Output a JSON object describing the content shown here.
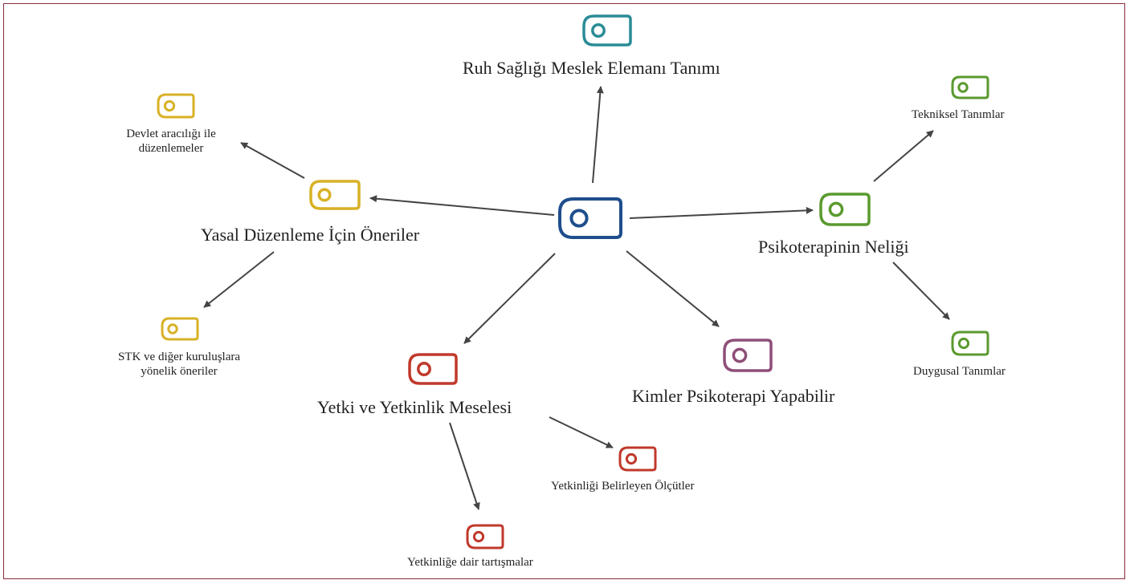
{
  "colors": {
    "center": "#1f4e8c",
    "teal": "#2a8c96",
    "yellow": "#d8b126",
    "green": "#5a9a2e",
    "red": "#c0392b",
    "purple": "#8e4e78",
    "arrow": "#444444",
    "frame": "#8a2a3a"
  },
  "icon": "tag-icon",
  "nodes": {
    "center": {
      "label": ""
    },
    "ruh": {
      "label": "Ruh Sağlığı Meslek Elemanı Tanımı"
    },
    "yasal": {
      "label": "Yasal Düzenleme İçin Öneriler"
    },
    "devlet": {
      "line1": "Devlet aracılığı ile",
      "line2": "düzenlemeler"
    },
    "stk": {
      "line1": "STK ve diğer kuruluşlara",
      "line2": "yönelik öneriler"
    },
    "psiko": {
      "label": "Psikoterapinin Neliği"
    },
    "teknik": {
      "label": "Tekniksel Tanımlar"
    },
    "duygu": {
      "label": "Duygusal Tanımlar"
    },
    "yetki": {
      "label": "Yetki ve Yetkinlik Meselesi"
    },
    "olcut": {
      "label": "Yetkinliği Belirleyen Ölçütler"
    },
    "tartisma": {
      "label": "Yetkinliğe dair tartışmalar"
    },
    "kimler": {
      "label": "Kimler Psikoterapi Yapabilir"
    }
  }
}
